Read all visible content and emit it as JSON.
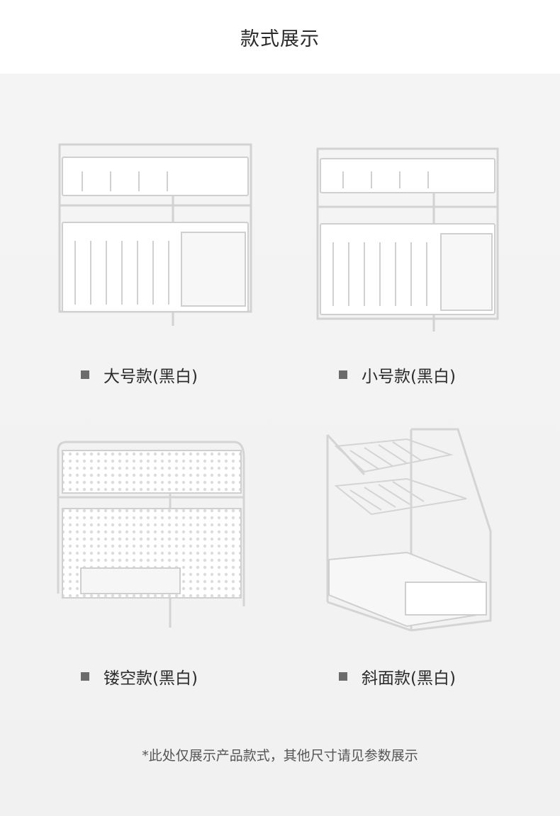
{
  "header": {
    "title": "款式展示"
  },
  "products": [
    {
      "caption": "大号款(黑白)",
      "icon": "drawer-rack-large-image"
    },
    {
      "caption": "小号款(黑白)",
      "icon": "drawer-rack-small-image"
    },
    {
      "caption": "镂空款(黑白)",
      "icon": "perforated-rack-image"
    },
    {
      "caption": "斜面款(黑白)",
      "icon": "slanted-rack-image"
    }
  ],
  "footnote": "*此处仅展示产品款式，其他尺寸请见参数展示",
  "colors": {
    "background": "#f2f2f2",
    "header": "#ffffff",
    "bullet": "#6b6b6b",
    "rack": "#ffffff",
    "rack_edge": "#cfcfcf"
  }
}
